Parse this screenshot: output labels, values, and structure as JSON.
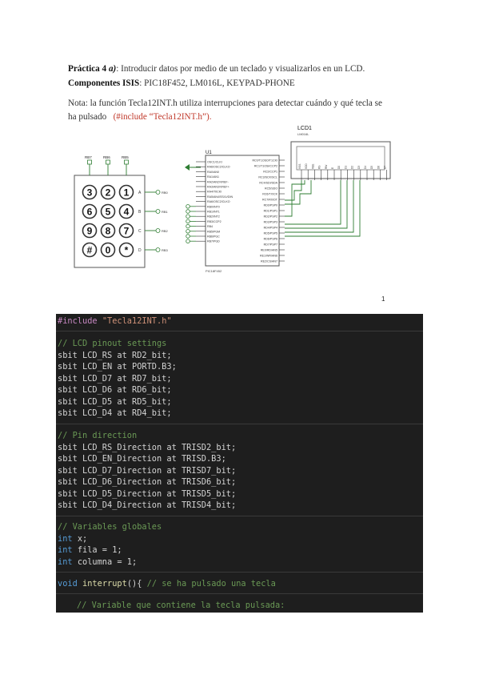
{
  "intro": {
    "practice_label": "Práctica 4",
    "practice_letter": "a)",
    "practice_text": ": Introducir datos por medio de un teclado y visualizarlos en un LCD.",
    "components_label": "Componentes ISIS",
    "components_text": ": PIC18F452, LM016L, KEYPAD-PHONE",
    "note_line1": "Nota: la función Tecla12INT.h utiliza interrupciones para detectar cuándo y qué tecla se",
    "note_line2_a": "ha pulsado",
    "note_line2_b": "(#include “Tecla12INT.h”)."
  },
  "schematic": {
    "lcd_label": "LCD1",
    "lcd_sub": "LM016L",
    "mcu_label": "U1",
    "mcu_sub": "PIC18F452",
    "keypad_cols": [
      "RB7",
      "RB6",
      "RB5"
    ],
    "keypad_keys": [
      "3",
      "2",
      "1",
      "6",
      "5",
      "4",
      "9",
      "8",
      "7",
      "#",
      "0",
      "*"
    ],
    "row_letters": [
      "A",
      "B",
      "C",
      "D"
    ],
    "row_nets": [
      "RB0",
      "RB1",
      "RB2",
      "RB3"
    ],
    "left_pins": [
      "OSC1/CLKI",
      "RA6/OSC2/CLKO",
      "RA0/AN0",
      "RA1/AN1",
      "RA2/AN2/VREF-",
      "RA3/AN3/VREF+",
      "RA4/T0CKI",
      "RA5/AN4/SS/LVDIN",
      "RA6/OSC2/CLKO",
      "RB0/INT0",
      "RB1/INT1",
      "RB2/INT2",
      "RB3/CCP2",
      "RB4",
      "RB5/PGM",
      "RB6/PGC",
      "RB7/PGD"
    ],
    "right_pins": [
      "RC0/T1OSO/T1CKI",
      "RC1/T1OSI/CCP2",
      "RC2/CCP1",
      "RC3/SCK/SCL",
      "RC4/SDI/SDA",
      "RC5/SDO",
      "RC6/TX/CK",
      "RC7/RX/DT",
      "RD0/PSP0",
      "RD1/PSP1",
      "RD2/PSP2",
      "RD3/PSP3",
      "RD4/PSP4",
      "RD5/PSP5",
      "RD6/PSP6",
      "RD7/PSP7",
      "RE0/RD/AN5",
      "RE1/WR/AN6",
      "RE2/CS/AN7"
    ],
    "lcd_pins": [
      "VSS",
      "VDD",
      "VEE",
      "RS",
      "RW",
      "E",
      "D0",
      "D1",
      "D2",
      "D3",
      "D4",
      "D5",
      "D6",
      "D7"
    ]
  },
  "page_number": "1",
  "code": {
    "include_directive": "#include",
    "include_file": "\"Tecla12INT.h\"",
    "comment_lcd": "// LCD pinout settings",
    "lcd_lines": [
      "sbit LCD_RS at RD2_bit;",
      "sbit LCD_EN at PORTD.B3;",
      "sbit LCD_D7 at RD7_bit;",
      "sbit LCD_D6 at RD6_bit;",
      "sbit LCD_D5 at RD5_bit;",
      "sbit LCD_D4 at RD4_bit;"
    ],
    "comment_dir": "// Pin direction",
    "dir_lines": [
      "sbit LCD_RS_Direction at TRISD2_bit;",
      "sbit LCD_EN_Direction at TRISD.B3;",
      "sbit LCD_D7_Direction at TRISD7_bit;",
      "sbit LCD_D6_Direction at TRISD6_bit;",
      "sbit LCD_D5_Direction at TRISD5_bit;",
      "sbit LCD_D4_Direction at TRISD4_bit;"
    ],
    "comment_vars": "// Variables globales",
    "var_type": "int",
    "var_lines": [
      "x;",
      "fila = 1;",
      "columna = 1;"
    ],
    "void_kw": "void",
    "func_name": "interrupt",
    "func_rest": "(){",
    "func_comment": "// se ha pulsado una tecla",
    "last_comment": "// Variable que contiene la tecla pulsada:"
  }
}
